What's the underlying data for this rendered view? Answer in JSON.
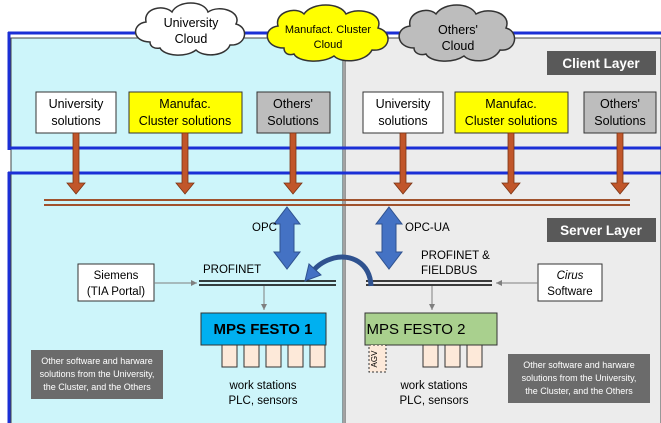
{
  "clouds": {
    "university": [
      "University",
      "Cloud"
    ],
    "cluster": [
      "Manufact. Cluster",
      "Cloud"
    ],
    "others": [
      "Others'",
      "Cloud"
    ]
  },
  "layers": {
    "client": "Client Layer",
    "server": "Server Layer"
  },
  "left_solutions": {
    "university": [
      "University",
      "solutions"
    ],
    "cluster": [
      "Manufac.",
      "Cluster solutions"
    ],
    "others": [
      "Others'",
      "Solutions"
    ]
  },
  "right_solutions": {
    "university": [
      "University",
      "solutions"
    ],
    "cluster": [
      "Manufac.",
      "Cluster solutions"
    ],
    "others": [
      "Others'",
      "Solutions"
    ]
  },
  "protocols": {
    "opc": "OPC",
    "opc_ua": "OPC-UA",
    "profinet": "PROFINET",
    "profinet_fieldbus": [
      "PROFINET &",
      "FIELDBUS"
    ]
  },
  "siemens": [
    "Siemens",
    "(TIA Portal)"
  ],
  "cirus": [
    "Cirus",
    "Software"
  ],
  "mps1": {
    "title": "MPS FESTO 1",
    "caption": [
      "work stations",
      "PLC, sensors"
    ]
  },
  "mps2": {
    "title": "MPS FESTO 2",
    "agv": "AGV",
    "caption": [
      "work stations",
      "PLC, sensors"
    ]
  },
  "other_sw_left": [
    "Other software and harware",
    "solutions from the University,",
    "the Cluster, and the Others"
  ],
  "other_sw_right": [
    "Other software and harware",
    "solutions from the University,",
    "the Cluster, and the Others"
  ],
  "colors": {
    "left_bg": "#cdf5fa",
    "right_bg": "#ececec",
    "blue_line": "#1b2fd6",
    "yellow": "#ffff00",
    "grey_box": "#bdbdbd",
    "arrow_brown": "#c1562a",
    "arrow_blue": "#4472c4",
    "mps1_fill": "#00b0f0",
    "mps2_fill": "#a9d08e",
    "dark_label": "#595959"
  }
}
